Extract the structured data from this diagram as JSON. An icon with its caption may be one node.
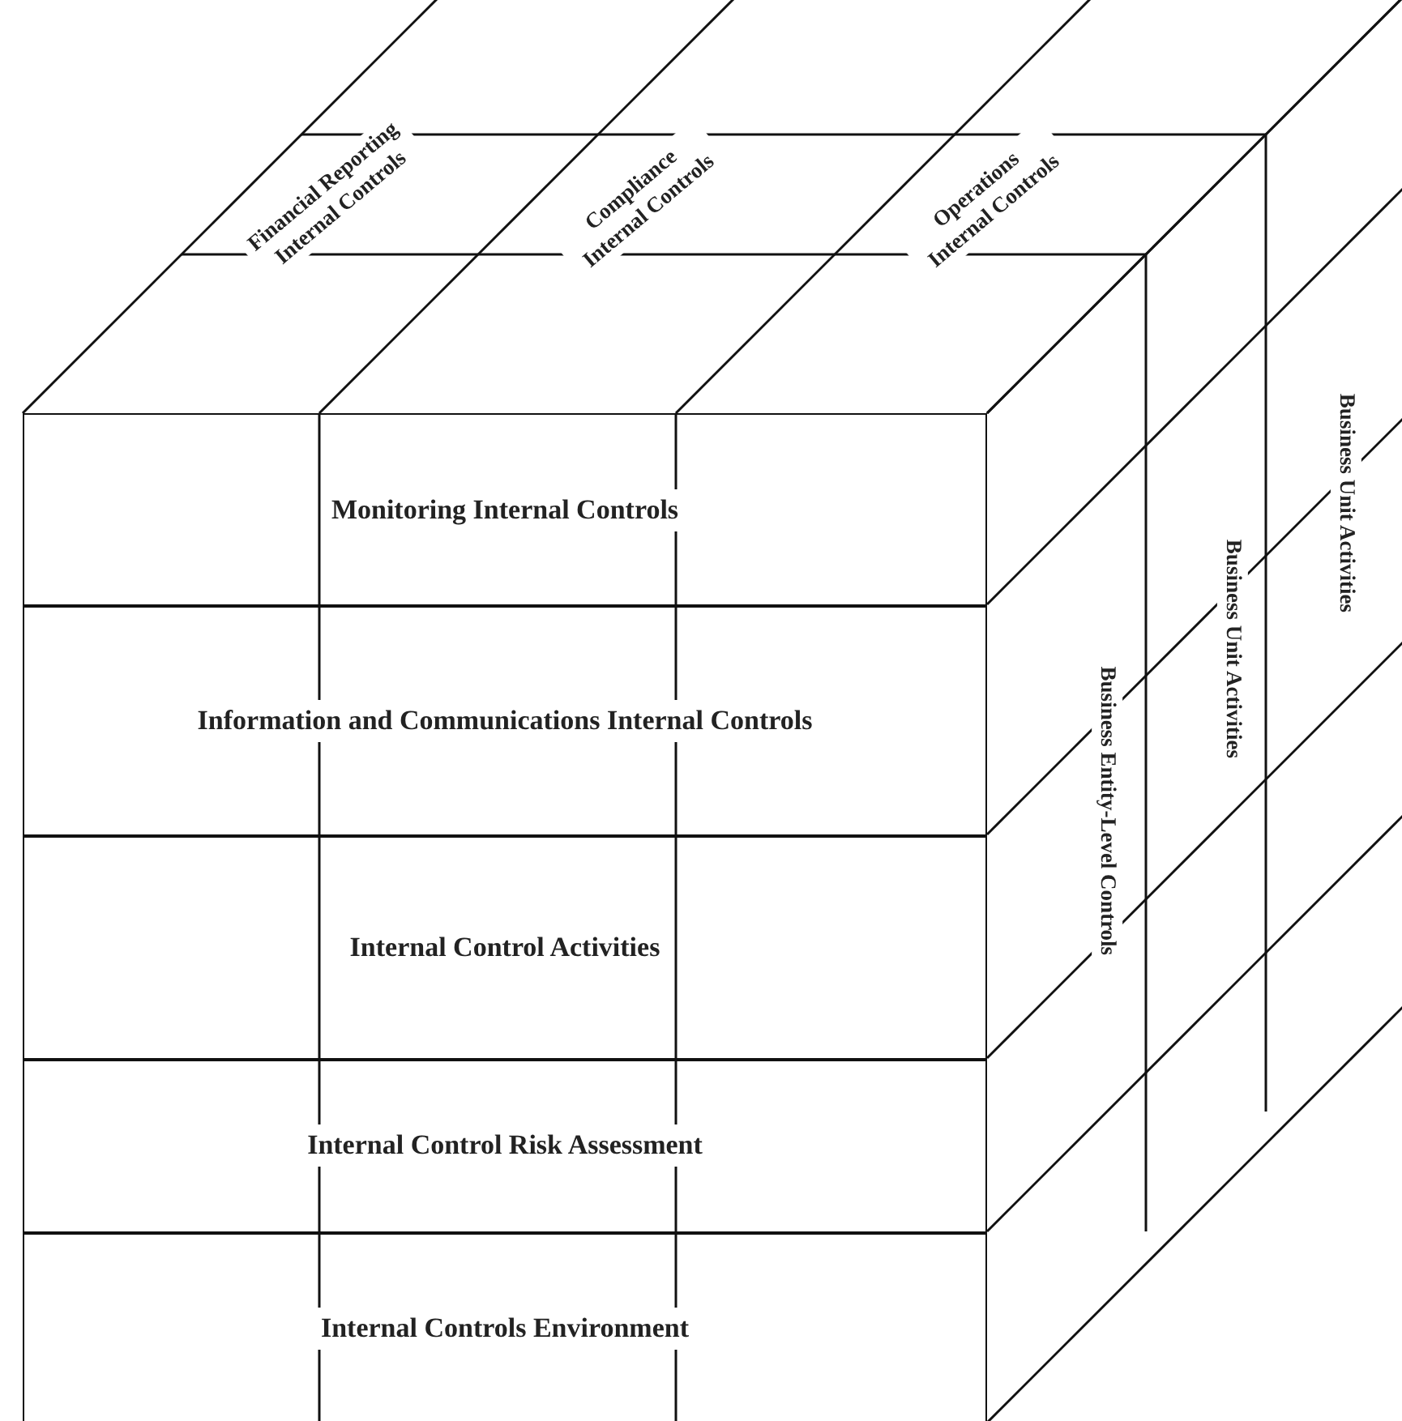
{
  "diagram": {
    "nodes": [
      {
        "text": [
          "Financial Reporting Internal Controls"
        ]
      },
      {
        "text": [
          "Compliance Internal Controls"
        ]
      },
      {
        "text": [
          "Operations Internal Controls"
        ]
      },
      {
        "text": [
          "Monitoring Internal Controls"
        ]
      },
      {
        "text": [
          "Information and Communications Internal Controls"
        ]
      },
      {
        "text": [
          "Internal Control Activities"
        ]
      },
      {
        "text": [
          "Internal Control Risk Assessment"
        ]
      },
      {
        "text": [
          "Internal Controls Environment"
        ]
      },
      {
        "text": [
          "Business Entity-Level Controls"
        ]
      },
      {
        "text": [
          "Business Unit Activities"
        ]
      },
      {
        "text": [
          "Business Unit Activities"
        ]
      }
    ]
  }
}
